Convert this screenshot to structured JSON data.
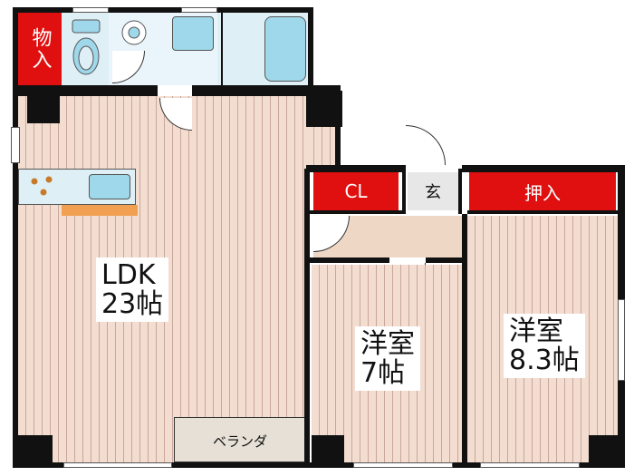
{
  "rooms": {
    "storage_top_left": "物入",
    "ldk_name": "LDK",
    "ldk_size": "23帖",
    "cl": "CL",
    "genkan": "玄",
    "oshiire": "押入",
    "room1_name": "洋室",
    "room1_size": "7帖",
    "room2_name": "洋室",
    "room2_size": "8.3帖",
    "balcony": "ベランダ"
  },
  "colors": {
    "wall": "#111111",
    "floor": "#f3ddd0",
    "storage": "#e01010",
    "wet_area": "#dfeff6"
  },
  "icons": [
    "toilet-icon",
    "sink-icon",
    "bathtub-icon",
    "stove-icon",
    "kitchen-sink-icon"
  ]
}
